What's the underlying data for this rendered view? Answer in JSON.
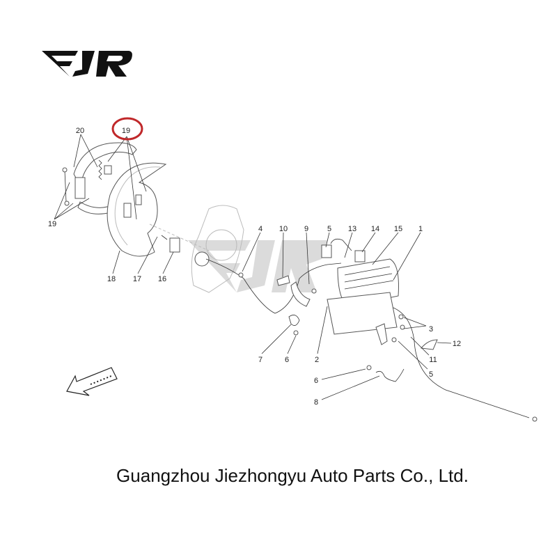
{
  "logo": {
    "text": "FJR"
  },
  "watermark": {
    "text": "FJR"
  },
  "diagram": {
    "highlight_color": "#c0282a",
    "callouts": {
      "c20": "20",
      "c19_top": "19",
      "c19_left": "19",
      "c18": "18",
      "c17": "17",
      "c16": "16",
      "c4": "4",
      "c10": "10",
      "c9": "9",
      "c5_top": "5",
      "c13": "13",
      "c14": "14",
      "c15": "15",
      "c1": "1",
      "c3": "3",
      "c12": "12",
      "c11": "11",
      "c5_bottom": "5",
      "c7": "7",
      "c6_mid": "6",
      "c2": "2",
      "c6_bottom": "6",
      "c8": "8"
    }
  },
  "footer": {
    "company": "Guangzhou Jiezhongyu Auto Parts Co., Ltd."
  }
}
